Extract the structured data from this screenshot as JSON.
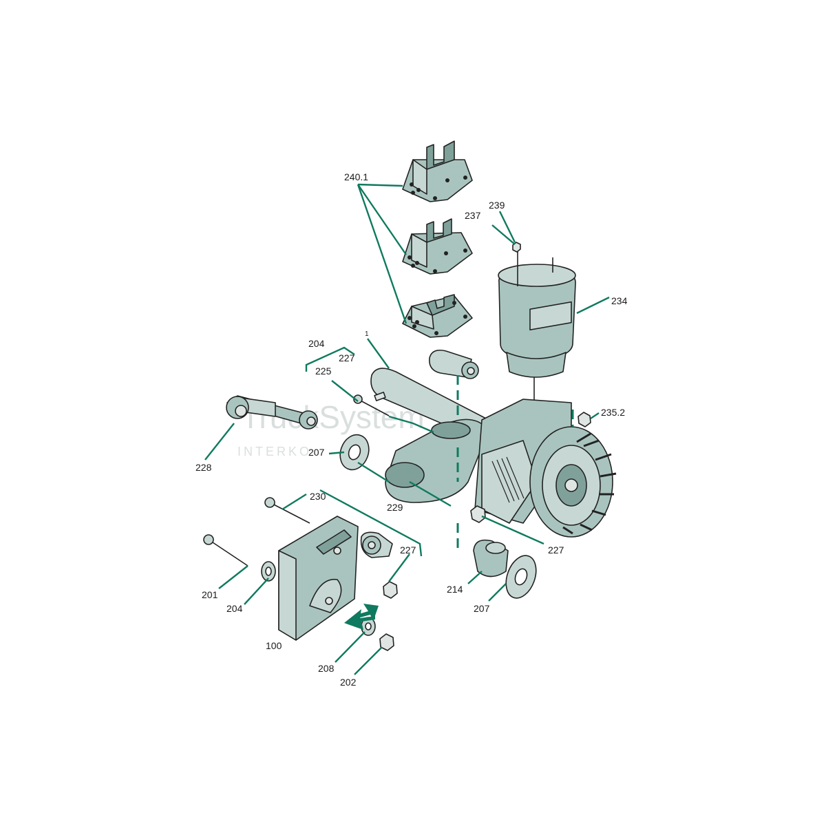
{
  "watermark": {
    "brand": "TruckSystem",
    "sub": "INTERKO"
  },
  "labels": {
    "p240_1": "240.1",
    "p239": "239",
    "p237": "237",
    "p234": "234",
    "p204_top": "204",
    "p227_top": "227",
    "p1": "1",
    "p225": "225",
    "p235_2": "235.2",
    "p228": "228",
    "p207_left": "207",
    "p230": "230",
    "p229": "229",
    "p227_mid": "227",
    "p227_right": "227",
    "p201": "201",
    "p204_bottom": "204",
    "p214": "214",
    "p207_bottom": "207",
    "p100": "100",
    "p208": "208",
    "p202": "202"
  },
  "colors": {
    "part_fill": "#a9c4be",
    "leader_line": "#0f7a5f",
    "outline": "#222222"
  }
}
